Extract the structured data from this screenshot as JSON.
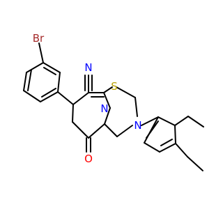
{
  "molecule": {
    "atoms": {
      "bromine": {
        "symbol": "Br",
        "color": "#a52a2a"
      },
      "nitrile_nitrogen": {
        "symbol": "N",
        "color": "#0000ff"
      },
      "sulfur": {
        "symbol": "S",
        "color": "#b8a000"
      },
      "ring_nitrogen_left": {
        "symbol": "N",
        "color": "#0000ff"
      },
      "ring_nitrogen_right": {
        "symbol": "N",
        "color": "#0000ff"
      },
      "carbonyl_oxygen": {
        "symbol": "O",
        "color": "#ff0000"
      }
    }
  }
}
